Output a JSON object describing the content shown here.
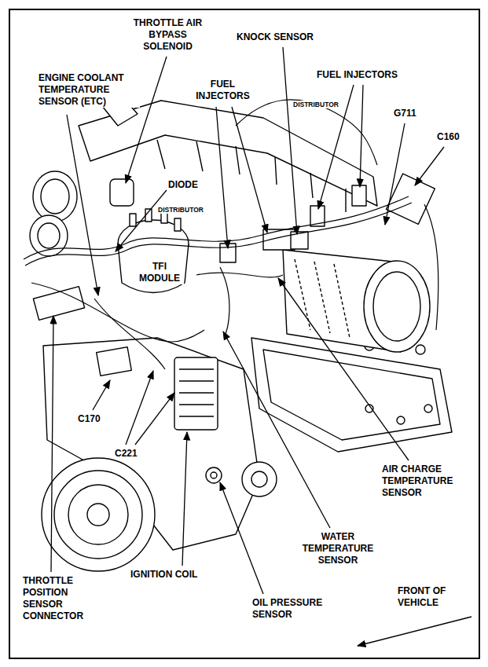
{
  "diagram": {
    "labels": [
      "THROTTLE AIR BYPASS SOLENOID",
      "KNOCK SENSOR",
      "FUEL INJECTORS",
      "DISTRIBUTOR",
      "ENGINE COOLANT TEMPERATURE SENSOR (ETC)",
      "FUEL INJECTORS",
      "G711",
      "C160",
      "DIODE",
      "DISTRIBUTOR",
      "TFI MODULE",
      "C170",
      "C221",
      "AIR CHARGE TEMPERATURE SENSOR",
      "WATER TEMPERATURE SENSOR",
      "THROTTLE POSITION SENSOR CONNECTOR",
      "IGNITION COIL",
      "OIL PRESSURE SENSOR",
      "FRONT OF VEHICLE"
    ]
  }
}
